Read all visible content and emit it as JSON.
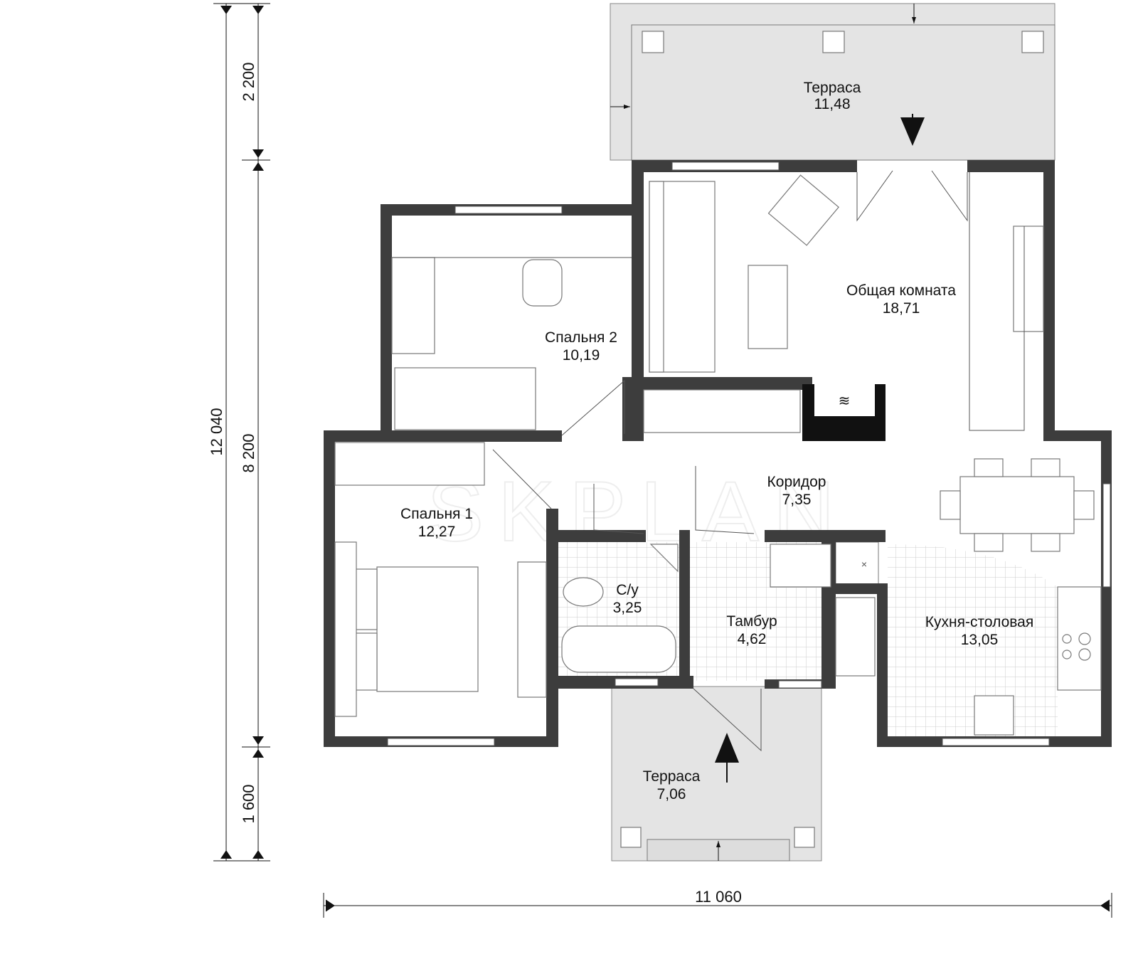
{
  "watermark": "SKPLAN",
  "rooms": [
    {
      "name": "Терраса",
      "area": "11,48"
    },
    {
      "name": "Общая комната",
      "area": "18,71"
    },
    {
      "name": "Спальня 2",
      "area": "10,19"
    },
    {
      "name": "Спальня 1",
      "area": "12,27"
    },
    {
      "name": "Коридор",
      "area": "7,35"
    },
    {
      "name": "С/у",
      "area": "3,25"
    },
    {
      "name": "Тамбур",
      "area": "4,62"
    },
    {
      "name": "Кухня-столовая",
      "area": "13,05"
    },
    {
      "name": "Терраса",
      "area": "7,06"
    }
  ],
  "dimensions": {
    "total_height": "12 040",
    "top": "2 200",
    "middle": "8 200",
    "bottom": "1 600",
    "width": "11 060"
  }
}
